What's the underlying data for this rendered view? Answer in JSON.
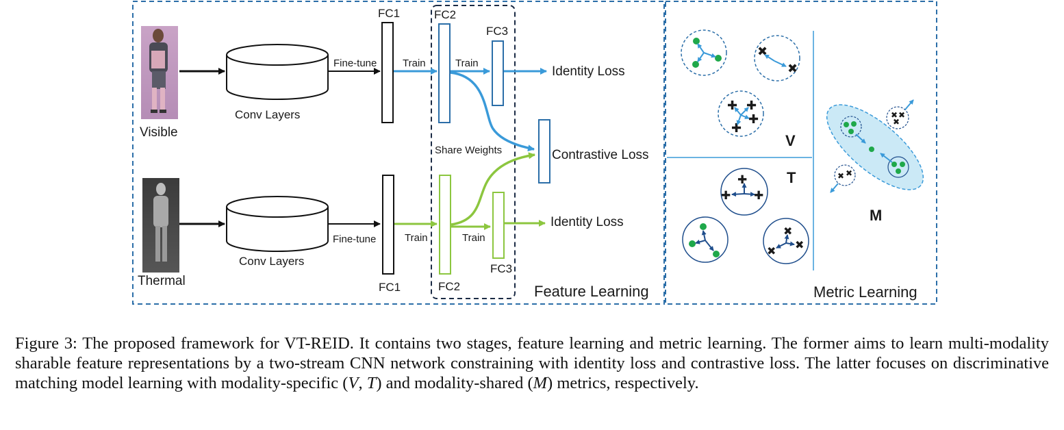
{
  "figure": {
    "streams": {
      "visible": {
        "image_label": "Visible",
        "conv_label": "Conv Layers",
        "fine_tune": "Fine-tune",
        "fc1": "FC1",
        "train1": "Train",
        "fc2": "FC2",
        "train2": "Train",
        "fc3": "FC3",
        "loss": "Identity Loss"
      },
      "thermal": {
        "image_label": "Thermal",
        "conv_label": "Conv Layers",
        "fine_tune": "Fine-tune",
        "fc1": "FC1",
        "train1": "Train",
        "fc2": "FC2",
        "train2": "Train",
        "fc3": "FC3",
        "loss": "Identity Loss"
      }
    },
    "share_weights": "Share Weights",
    "contrastive_loss": "Contrastive Loss",
    "feature_learning": "Feature Learning",
    "metric_learning": "Metric Learning",
    "metric_labels": {
      "v": "V",
      "t": "T",
      "m": "M"
    },
    "colors": {
      "visible_stream": "#3a9ad9",
      "thermal_stream": "#8cc63f",
      "fc_box_blue": "#2b6ea8",
      "dashed_border": "#2b6ea8",
      "green_marker": "#1fa84a",
      "orange_marker": "#f58220",
      "purple_marker": "#6b3b8e",
      "shared_ellipse": "#cbe9f6"
    }
  },
  "caption": {
    "prefix": "Figure 3: The proposed framework for VT-REID. It contains two stages, feature learning and metric learning. The former aims to learn multi-modality sharable feature representations by a two-stream CNN network constraining with identity loss and contrastive loss. The latter focuses on discriminative matching model learning with modality-specific (",
    "sym_v": "V",
    "sep": ", ",
    "sym_t": "T",
    "mid": ") and modality-shared (",
    "sym_m": "M",
    "suffix": ") metrics, respectively."
  }
}
